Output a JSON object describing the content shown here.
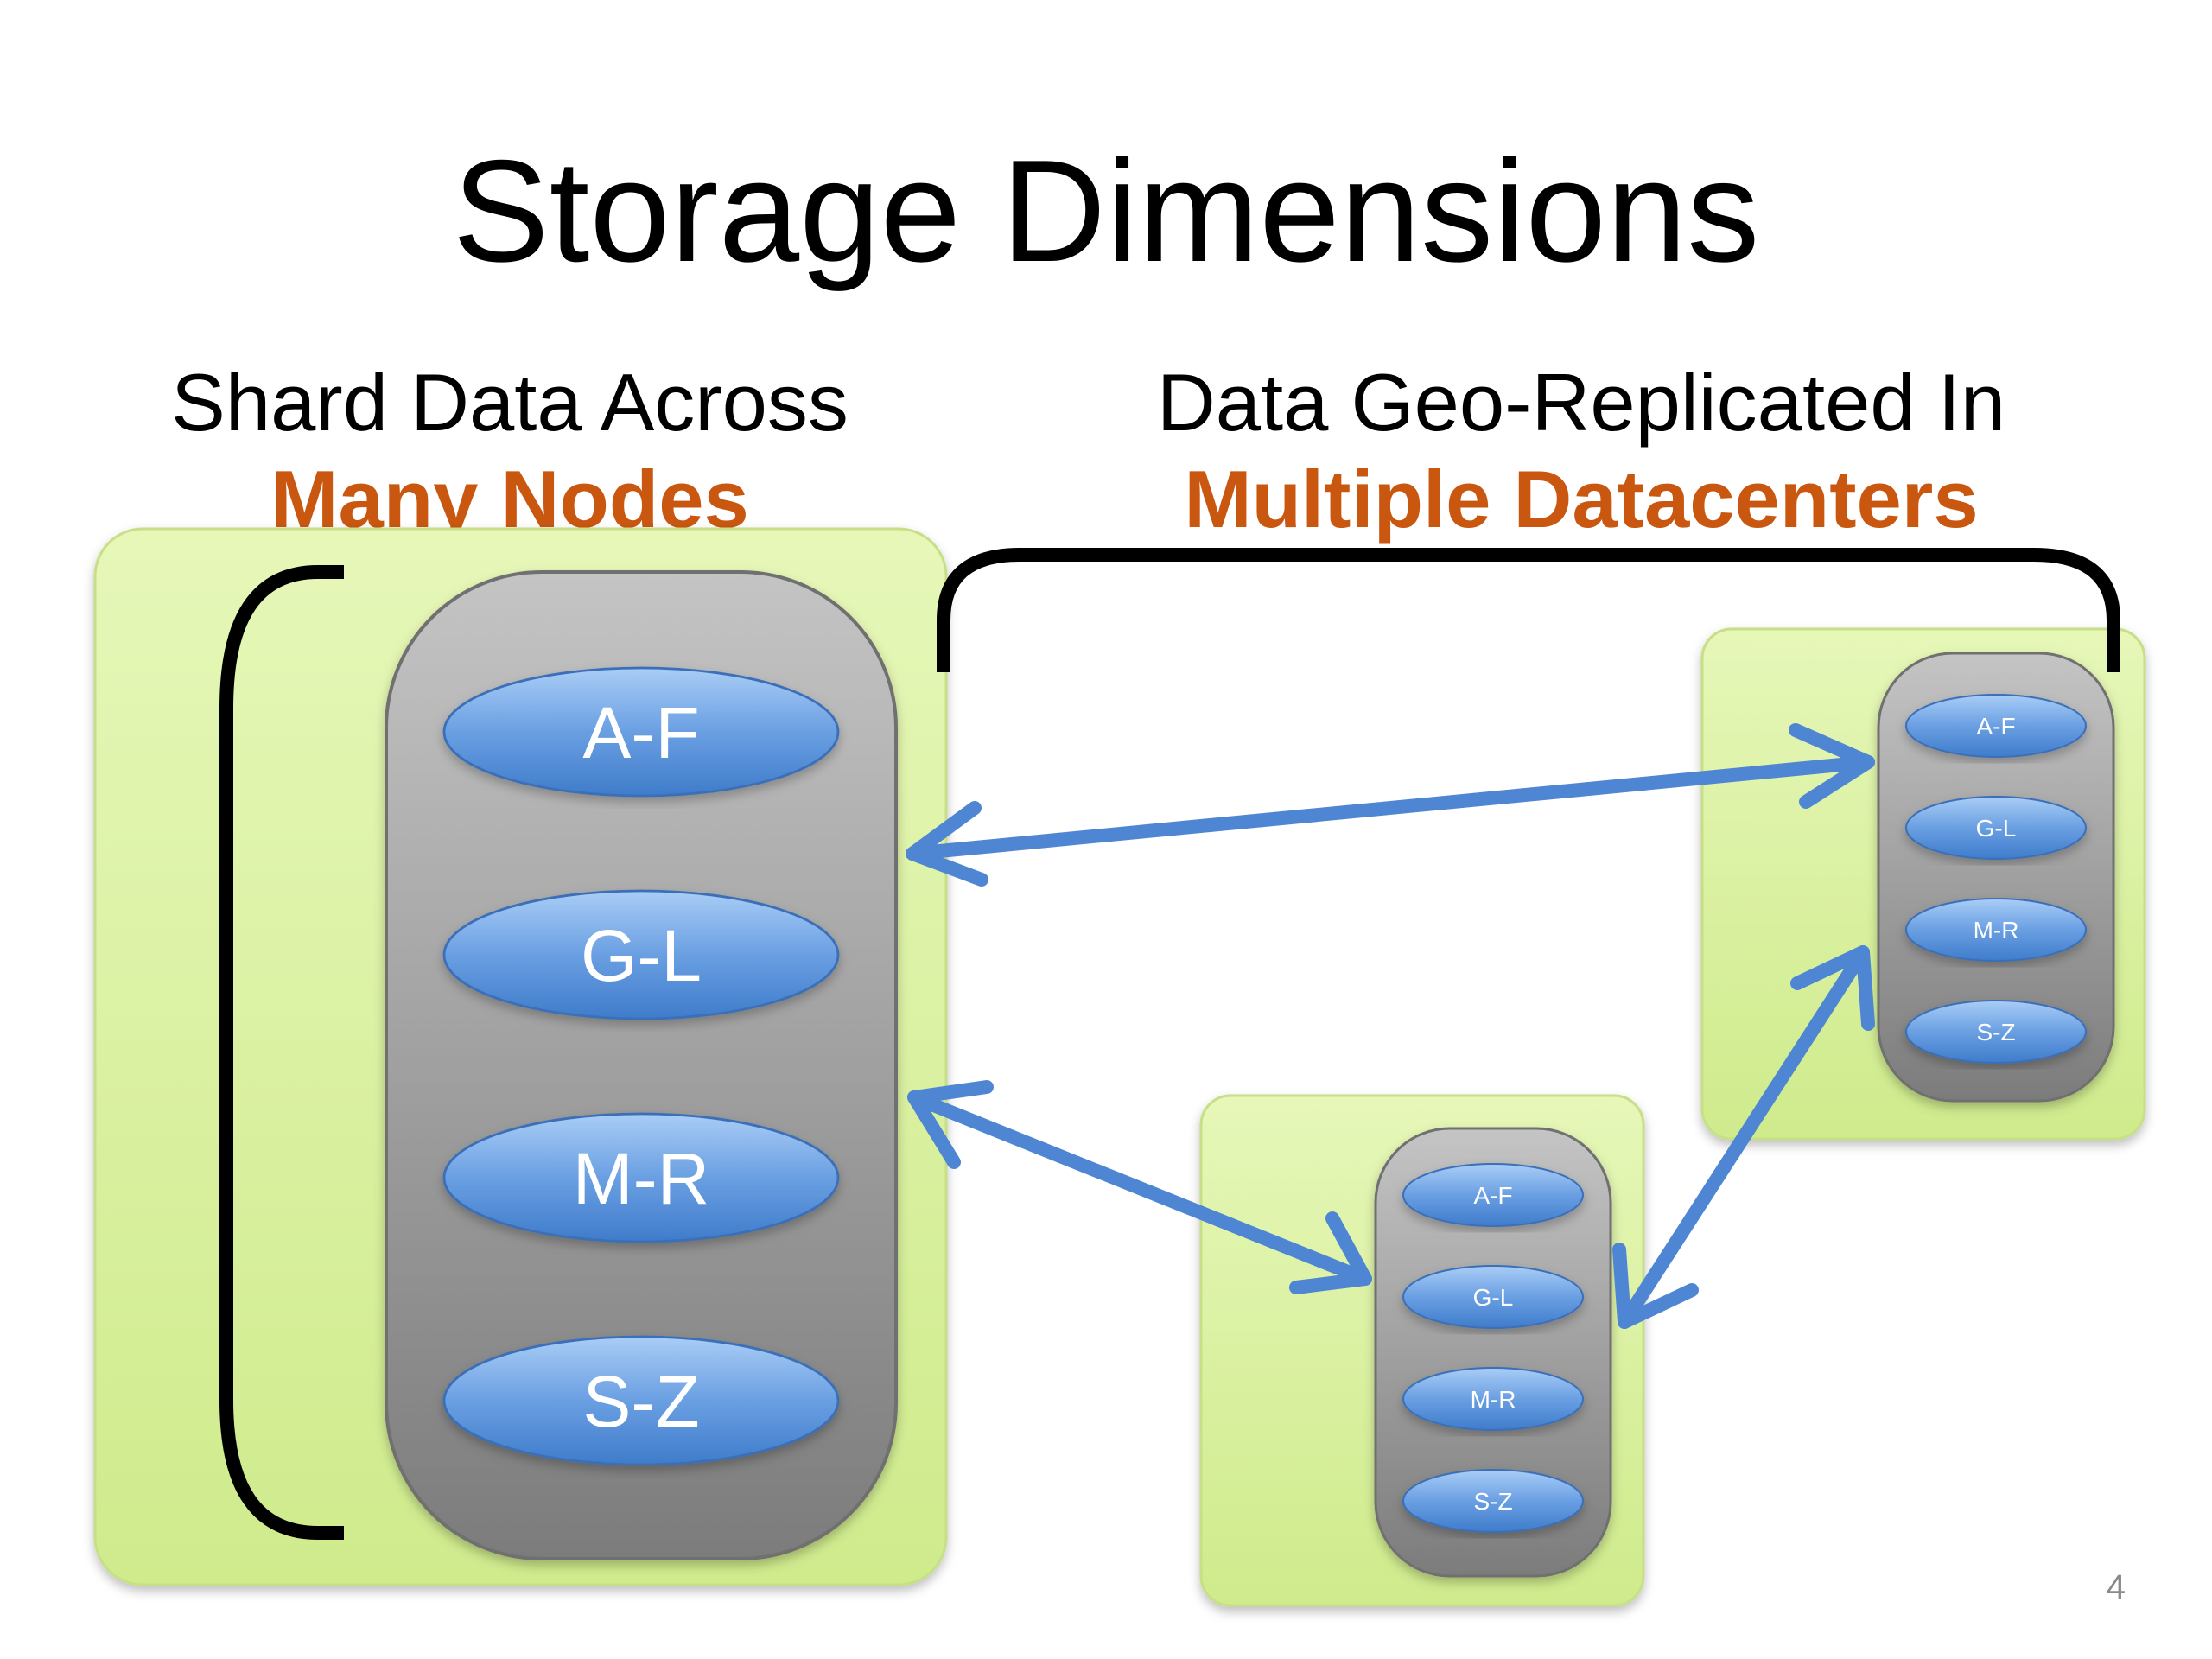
{
  "title": "Storage Dimensions",
  "left_heading": {
    "line1": "Shard Data Across",
    "line2": "Many Nodes"
  },
  "right_heading": {
    "line1": "Data Geo-Replicated In",
    "line2": "Multiple Datacenters"
  },
  "shards": [
    "A-F",
    "G-L",
    "M-R",
    "S-Z"
  ],
  "page_number": "4",
  "colors": {
    "datacenter_fill": "#d9f29e",
    "node_fill": "#9a9a9a",
    "shard_fill": "#5f95dc",
    "arrow": "#4f86d3",
    "accent_text": "#c95710"
  }
}
